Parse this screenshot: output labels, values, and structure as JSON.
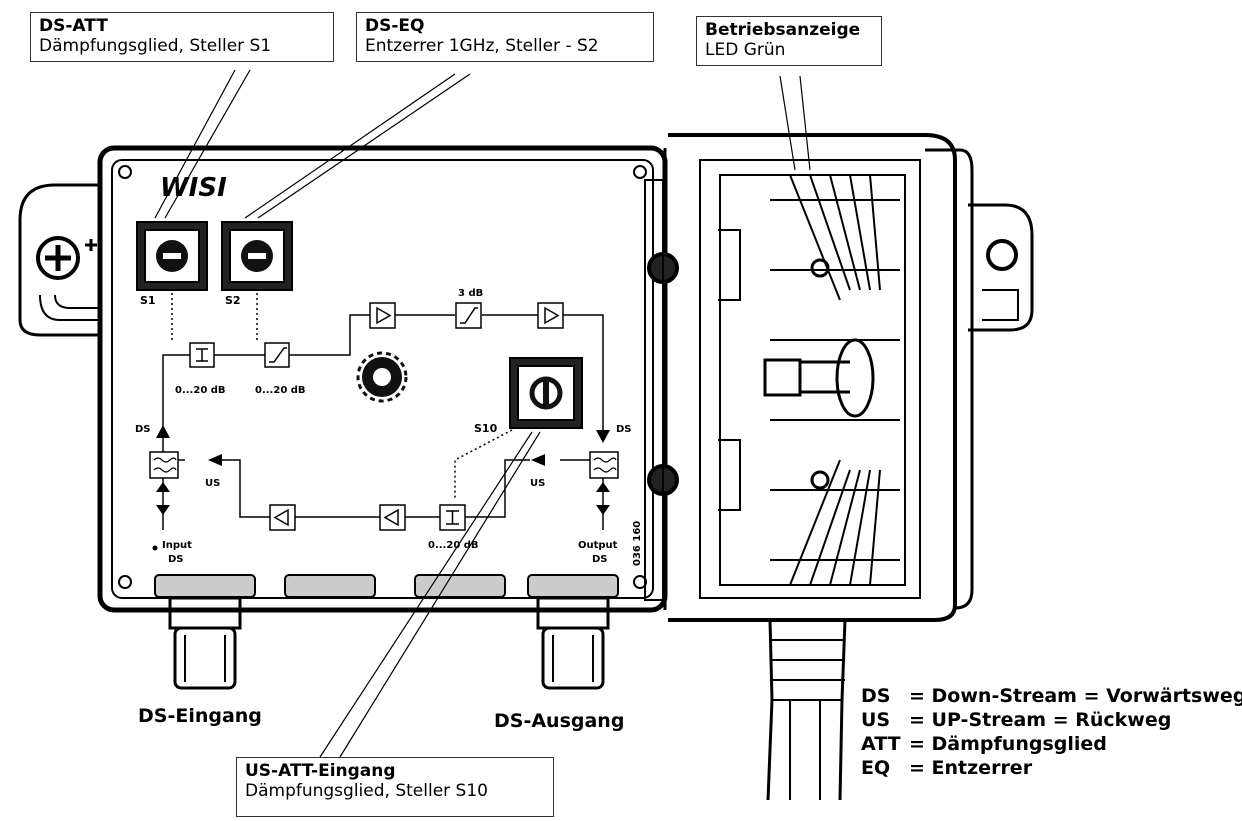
{
  "callouts": {
    "ds_att": {
      "title": "DS-ATT",
      "subtitle": "Dämpfungsglied, Steller S1"
    },
    "ds_eq": {
      "title": "DS-EQ",
      "subtitle": "Entzerrer 1GHz, Steller - S2"
    },
    "led": {
      "title": "Betriebsanzeige",
      "subtitle": "LED Grün"
    },
    "us_att": {
      "title": "US-ATT-Eingang",
      "subtitle": "Dämpfungsglied, Steller S10"
    }
  },
  "ports": {
    "input": "DS-Eingang",
    "output": "DS-Ausgang"
  },
  "brand": "WISI",
  "board": {
    "s1": "S1",
    "s2": "S2",
    "s10": "S10",
    "att_range_1": "0...20 dB",
    "eq_range": "0...20 dB",
    "att_range_us": "0...20 dB",
    "slope_3db": "3 dB",
    "ds_left": "DS",
    "ds_right": "DS",
    "us_left": "US",
    "us_right": "US",
    "input_line1": "Input",
    "input_line2": "DS",
    "output_line1": "Output",
    "output_line2": "DS",
    "part_no": "036 160"
  },
  "legend": [
    {
      "abbr": "DS",
      "text": "= Down-Stream = Vorwärtsweg"
    },
    {
      "abbr": "US",
      "text": "= UP-Stream = Rückweg"
    },
    {
      "abbr": "ATT",
      "text": "= Dämpfungsglied"
    },
    {
      "abbr": "EQ",
      "text": "= Entzerrer"
    }
  ]
}
